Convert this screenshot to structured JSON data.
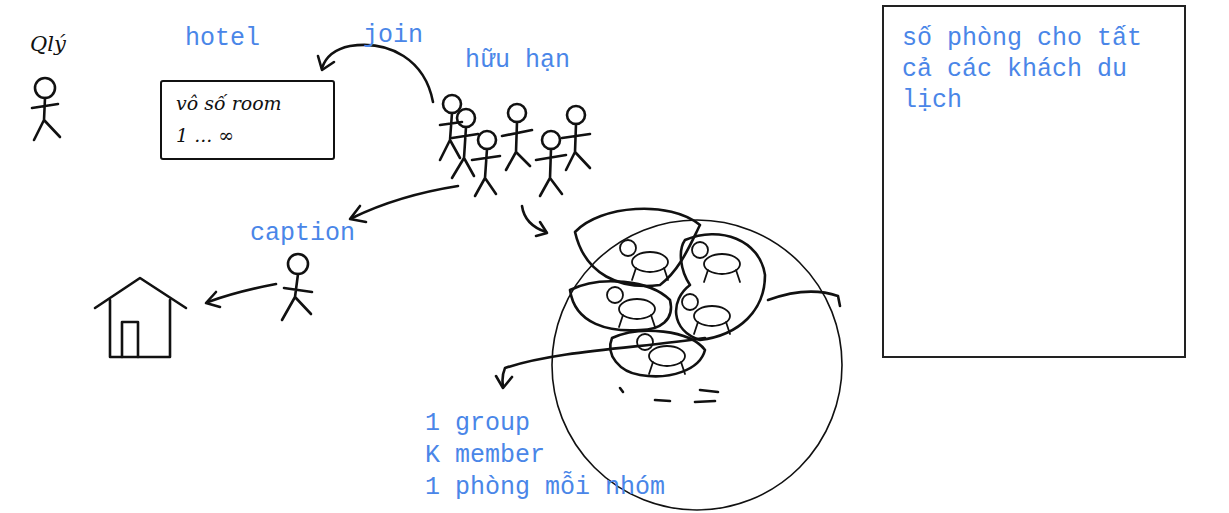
{
  "diagram": {
    "nodes": [
      {
        "text": [
          "hotel",
          "vô số room",
          "1 ... ∞"
        ]
      },
      {
        "text": [
          "số phòng cho tất cả các khách du lịch"
        ]
      }
    ],
    "labels": [
      "Qlý",
      "join",
      "hữu hạn",
      "caption",
      "1 group",
      "K member",
      "1 phòng mỗi nhóm"
    ]
  }
}
